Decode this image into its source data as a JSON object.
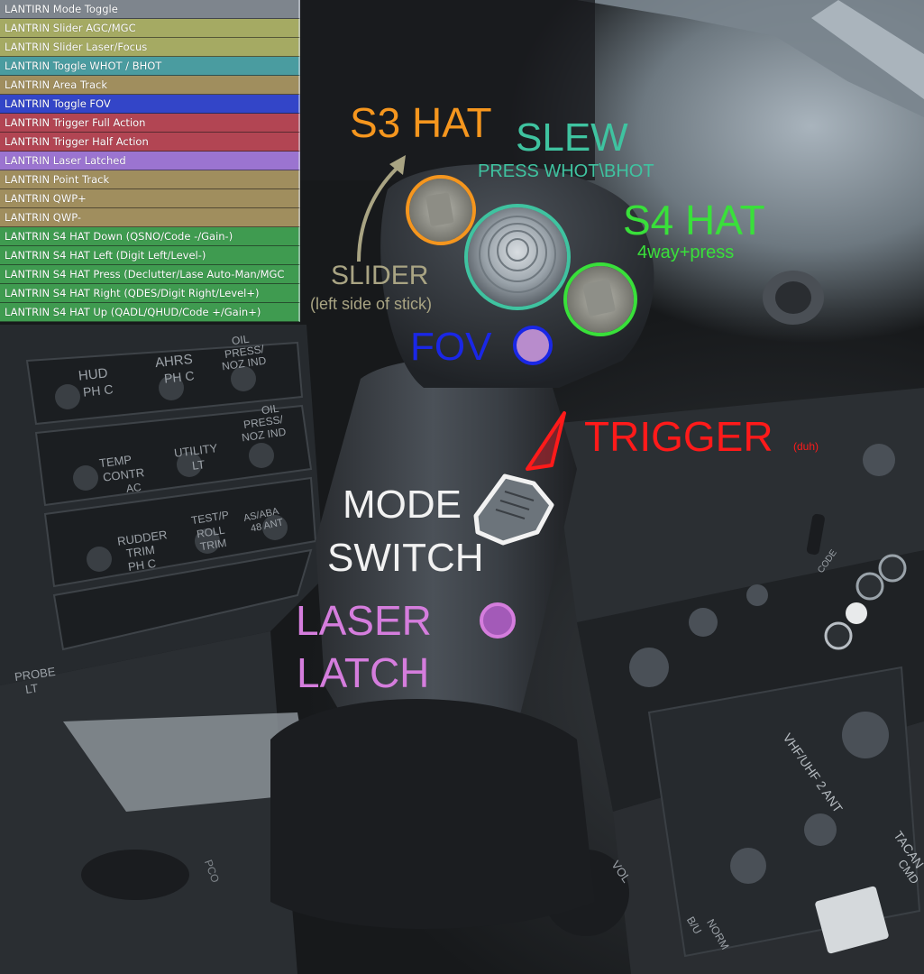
{
  "legend": {
    "items": [
      {
        "label": "LANTIRN Mode Toggle",
        "color": "#7e858d"
      },
      {
        "label": "LANTRIN Slider AGC/MGC",
        "color": "#a5aa63"
      },
      {
        "label": "LANTRIN Slider Laser/Focus",
        "color": "#a5aa63"
      },
      {
        "label": "LANTRIN Toggle WHOT / BHOT",
        "color": "#4a9ca0"
      },
      {
        "label": "LANTRIN Area Track",
        "color": "#a08e5e"
      },
      {
        "label": "LANTRIN Toggle FOV",
        "color": "#3345c8"
      },
      {
        "label": "LANTRIN Trigger Full Action",
        "color": "#b24553"
      },
      {
        "label": "LANTRIN Trigger Half Action",
        "color": "#b24553"
      },
      {
        "label": "LANTRIN Laser Latched",
        "color": "#9b74d0"
      },
      {
        "label": "LANTRIN Point Track",
        "color": "#a08e5e"
      },
      {
        "label": "LANTRIN QWP+",
        "color": "#a08e5e"
      },
      {
        "label": "LANTRIN QWP-",
        "color": "#a08e5e"
      },
      {
        "label": "LANTRIN S4 HAT Down (QSNO/Code -/Gain-)",
        "color": "#3f9b50"
      },
      {
        "label": "LANTRIN S4 HAT Left (Digit Left/Level-)",
        "color": "#3f9b50"
      },
      {
        "label": "LANTRIN S4 HAT Press (Declutter/Lase Auto-Man/MGC",
        "color": "#3f9b50"
      },
      {
        "label": "LANTRIN S4 HAT Right (QDES/Digit Right/Level+)",
        "color": "#3f9b50"
      },
      {
        "label": "LANTRIN S4 HAT Up (QADL/QHUD/Code +/Gain+)",
        "color": "#3f9b50"
      }
    ]
  },
  "callouts": {
    "s3_hat": {
      "text": "S3 HAT",
      "color": "#f5961e"
    },
    "slew": {
      "text": "SLEW",
      "color": "#3fc3a0"
    },
    "slew_sub": {
      "text": "PRESS WHOT\\BHOT",
      "color": "#3fc3a0"
    },
    "s4_hat": {
      "text": "S4 HAT",
      "color": "#39e03a"
    },
    "s4_sub": {
      "text": "4way+press",
      "color": "#39e03a"
    },
    "slider": {
      "text": "SLIDER",
      "color": "#a9a483"
    },
    "slider_sub": {
      "text": "(left side of stick)",
      "color": "#a9a483"
    },
    "fov": {
      "text": "FOV",
      "color": "#1a27e6"
    },
    "trigger": {
      "text": "TRIGGER",
      "color": "#ff1a1a"
    },
    "trigger_sub": {
      "text": "(duh)",
      "color": "#ff1a1a"
    },
    "mode_line1": {
      "text": "MODE",
      "color": "#f2f2f2"
    },
    "mode_line2": {
      "text": "SWITCH",
      "color": "#f2f2f2"
    },
    "laser_line1": {
      "text": "LASER",
      "color": "#d57ddd"
    },
    "laser_line2": {
      "text": "LATCH",
      "color": "#d57ddd"
    }
  },
  "panel_labels": {
    "hud": "HUD",
    "hud_ph": "PH C",
    "ahrs": "AHRS",
    "ahrs_ph": "PH C",
    "oil": "OIL",
    "oil_press": "PRESS/",
    "oil_noz": "NOZ IND",
    "temp": "TEMP",
    "temp_contr": "CONTR",
    "temp_ac": "AC",
    "utility": "UTILITY",
    "utility_lt": "LT",
    "oil2": "OIL",
    "oil2_press": "PRESS/",
    "oil2_noz": "NOZ IND",
    "rudder": "RUDDER",
    "rudder_trim": "TRIM",
    "rudder_ph": "PH C",
    "test": "TEST/P",
    "roll": "ROLL",
    "roll_trim": "TRIM",
    "asaba": "AS/ABA",
    "asaba2": "48 ANT",
    "probe": "PROBE",
    "probe_lt": "LT",
    "code": "CODE",
    "vhf": "VHF/UHF 2 ANT",
    "tacan": "TACAN",
    "cmd": "CMD",
    "vol": "VOL",
    "norm": "NORM",
    "bu": "B/U",
    "pco": "PCO"
  }
}
